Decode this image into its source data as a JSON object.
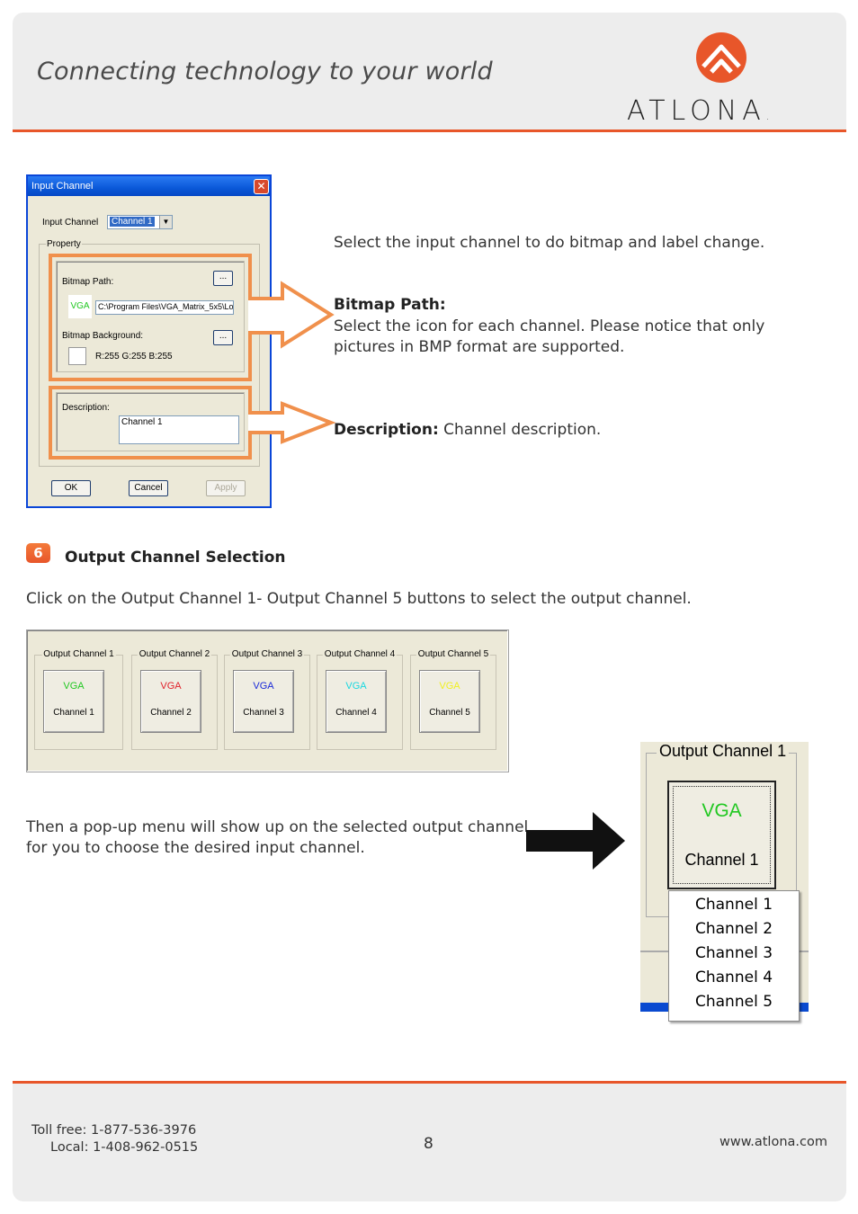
{
  "header": {
    "tagline": "Connecting technology to your world",
    "logo_text": "ATLONA",
    "logo_dot": ".",
    "brand_color": "#e8562a"
  },
  "dialog": {
    "title": "Input Channel",
    "close_glyph": "✕",
    "input_channel_label": "Input Channel",
    "input_channel_value": "Channel 1",
    "property_label": "Property",
    "bitmap_path_label": "Bitmap Path:",
    "browse_label": "...",
    "vga_icon_text": "VGA",
    "bitmap_path_value": "C:\\Program Files\\VGA_Matrix_5x5\\Lo",
    "bitmap_background_label": "Bitmap Background:",
    "rgb_values": "R:255  G:255  B:255",
    "description_label": "Description:",
    "description_value": "Channel 1",
    "ok_label": "OK",
    "cancel_label": "Cancel",
    "apply_label": "Apply"
  },
  "annotations": {
    "select_text": "Select the input channel to do bitmap and label change.",
    "bitmap_heading": "Bitmap Path:",
    "bitmap_text_1": "Select the icon for each channel. Please notice that only",
    "bitmap_text_2": "pictures in BMP format are supported.",
    "description_heading": "Description:",
    "description_text": " Channel description."
  },
  "section6": {
    "number": "6",
    "title": "Output Channel Selection",
    "intro": "Click on the Output Channel 1- Output Channel 5 buttons to select the output channel."
  },
  "output_channels": [
    {
      "legend": "Output Channel 1",
      "icon": "VGA",
      "label": "Channel 1",
      "color": "#22c822"
    },
    {
      "legend": "Output Channel 2",
      "icon": "VGA",
      "label": "Channel 2",
      "color": "#e0202a"
    },
    {
      "legend": "Output Channel 3",
      "icon": "VGA",
      "label": "Channel 3",
      "color": "#1a2ad8"
    },
    {
      "legend": "Output Channel 4",
      "icon": "VGA",
      "label": "Channel 4",
      "color": "#18d8e0"
    },
    {
      "legend": "Output Channel 5",
      "icon": "VGA",
      "label": "Channel 5",
      "color": "#f0f020"
    }
  ],
  "popup_text": {
    "line1": "Then a pop-up menu will show up on the selected output channel",
    "line2": "for you to choose the desired input channel."
  },
  "zoom": {
    "legend": "Output Channel 1",
    "icon": "VGA",
    "label": "Channel 1",
    "menu": [
      "Channel 1",
      "Channel 2",
      "Channel 3",
      "Channel 4",
      "Channel 5"
    ]
  },
  "footer": {
    "toll_free": "Toll free: 1-877-536-3976",
    "local": "Local: 1-408-962-0515",
    "page_number": "8",
    "website": "www.atlona.com"
  }
}
